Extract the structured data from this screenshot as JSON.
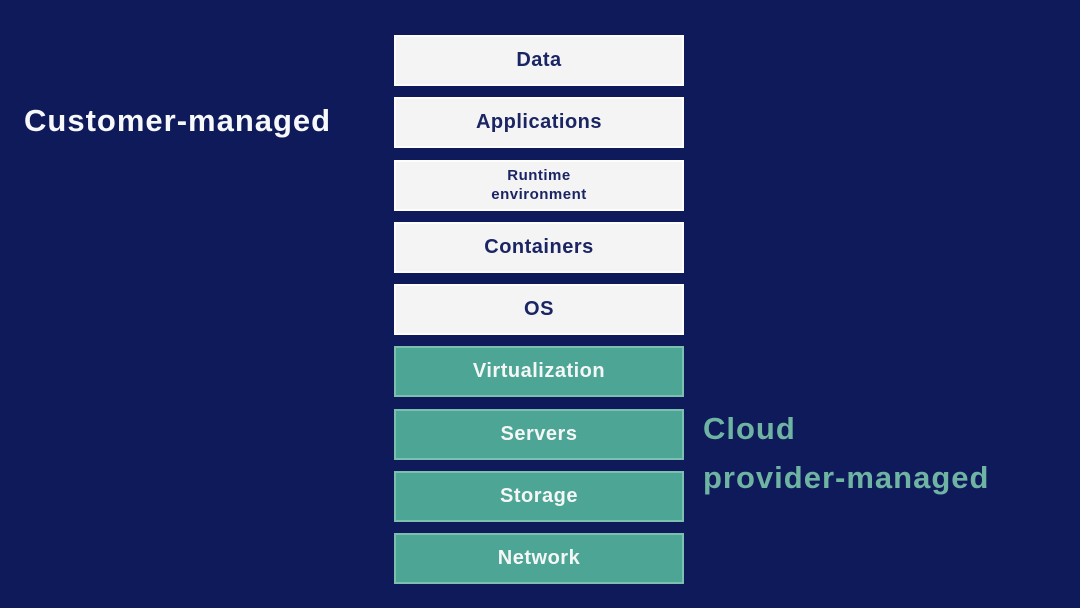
{
  "labels": {
    "left": "Customer-managed",
    "right": "Cloud\nprovider-managed"
  },
  "colors": {
    "background": "#0f1a5a",
    "customer_box_bg": "#f4f4f4",
    "customer_box_border": "#fdfdfe",
    "customer_box_text": "#1b2563",
    "provider_box_bg": "#4da595",
    "provider_box_border": "#7cbfaf",
    "provider_box_text": "#f4f7f6",
    "left_label_color": "#f7f8fa",
    "right_label_color": "#6fb3a3"
  },
  "stack": {
    "layers": [
      {
        "label": "Data",
        "managed_by": "customer"
      },
      {
        "label": "Applications",
        "managed_by": "customer"
      },
      {
        "label": "Runtime\nenvironment",
        "managed_by": "customer",
        "small": true
      },
      {
        "label": "Containers",
        "managed_by": "customer"
      },
      {
        "label": "OS",
        "managed_by": "customer"
      },
      {
        "label": "Virtualization",
        "managed_by": "provider"
      },
      {
        "label": "Servers",
        "managed_by": "provider"
      },
      {
        "label": "Storage",
        "managed_by": "provider"
      },
      {
        "label": "Network",
        "managed_by": "provider"
      }
    ]
  }
}
